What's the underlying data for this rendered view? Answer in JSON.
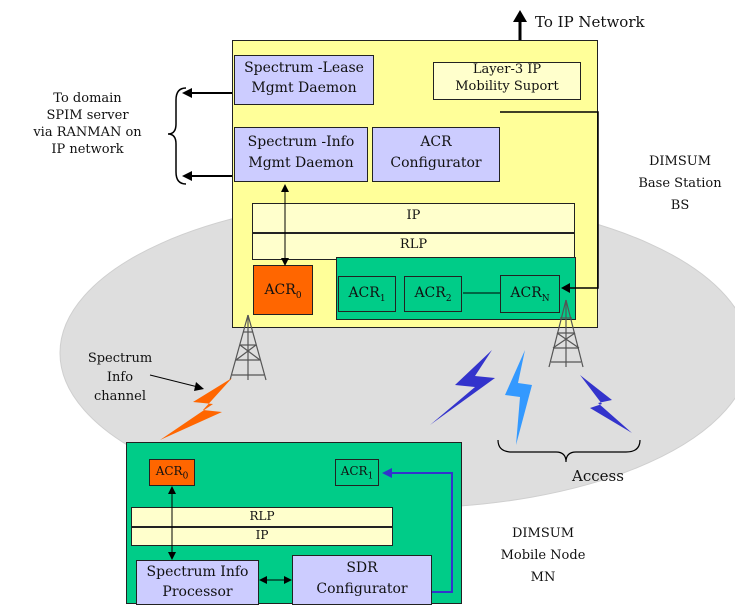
{
  "top": {
    "to_ip": "To IP Network"
  },
  "left_note": {
    "line1": "To domain",
    "line2": "SPIM server",
    "line3": "via RANMAN on",
    "line4": "IP network"
  },
  "bs": {
    "spectrum_lease_1": "Spectrum -Lease",
    "spectrum_lease_2": "Mgmt Daemon",
    "layer3_1": "Layer-3 IP",
    "layer3_2": "Mobility Suport",
    "spectrum_info_1": "Spectrum -Info",
    "spectrum_info_2": "Mgmt Daemon",
    "acr_conf_1": "ACR",
    "acr_conf_2": "Configurator",
    "ip": "IP",
    "rlp": "RLP",
    "acr0": "ACR",
    "acr0_sub": "0",
    "acr1": "ACR",
    "acr1_sub": "1",
    "acr2": "ACR",
    "acr2_sub": "2",
    "acrn": "ACR",
    "acrn_sub": "N",
    "label_1": "DIMSUM",
    "label_2": "Base Station",
    "label_3": "BS"
  },
  "channel": {
    "line1": "Spectrum",
    "line2": "Info",
    "line3": "channel"
  },
  "access": "Access",
  "mn": {
    "acr0": "ACR",
    "acr0_sub": "0",
    "acr1": "ACR",
    "acr1_sub": "1",
    "rlp": "RLP",
    "ip": "IP",
    "sip_1": "Spectrum Info",
    "sip_2": "Processor",
    "sdr_1": "SDR",
    "sdr_2": "Configurator",
    "label_1": "DIMSUM",
    "label_2": "Mobile Node",
    "label_3": "MN"
  },
  "colors": {
    "yellow": "#ffffcc",
    "lavender": "#ccccff",
    "green": "#00cc88",
    "orange": "#ff6600",
    "gray": "#dedede",
    "blue": "#3333cc"
  }
}
